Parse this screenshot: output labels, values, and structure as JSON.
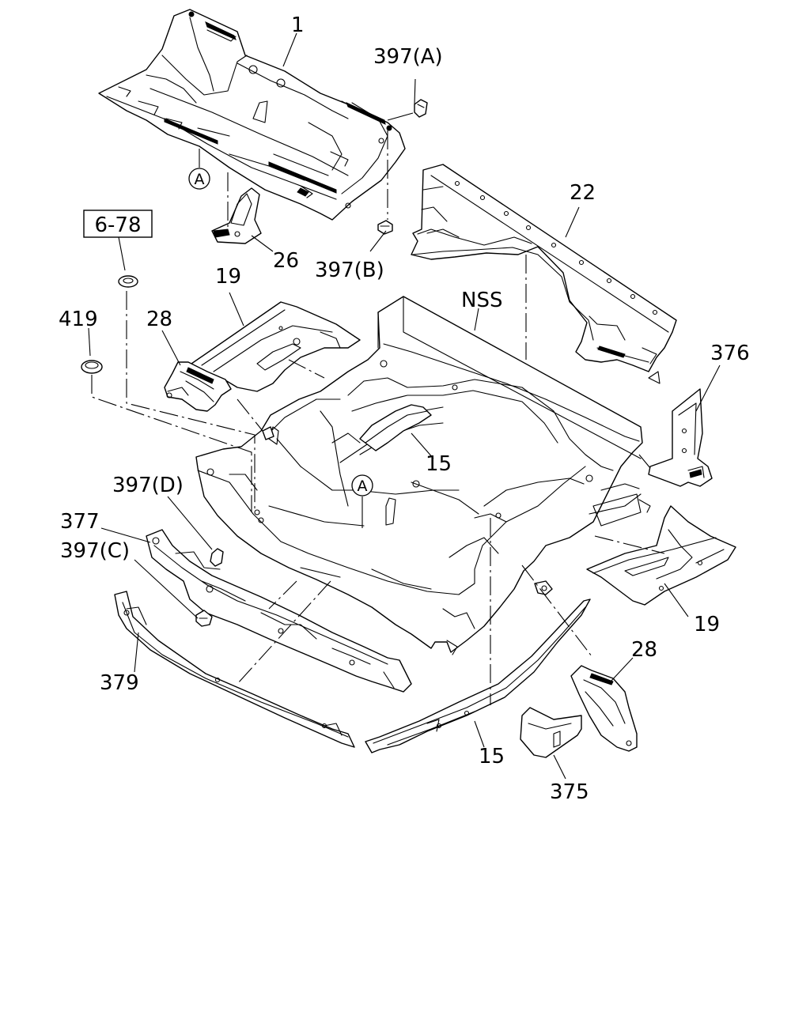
{
  "callouts": [
    {
      "id": "c1",
      "label": "1"
    },
    {
      "id": "c397a",
      "label": "397(A)"
    },
    {
      "id": "c22",
      "label": "22"
    },
    {
      "id": "c26",
      "label": "26"
    },
    {
      "id": "c397b",
      "label": "397(B)"
    },
    {
      "id": "c678",
      "label": "6-78",
      "boxed": true
    },
    {
      "id": "c19a",
      "label": "19"
    },
    {
      "id": "cnss",
      "label": "NSS"
    },
    {
      "id": "c419",
      "label": "419"
    },
    {
      "id": "c28a",
      "label": "28"
    },
    {
      "id": "c376",
      "label": "376"
    },
    {
      "id": "c15a",
      "label": "15"
    },
    {
      "id": "c397d",
      "label": "397(D)"
    },
    {
      "id": "c377",
      "label": "377"
    },
    {
      "id": "c397c",
      "label": "397(C)"
    },
    {
      "id": "c19b",
      "label": "19"
    },
    {
      "id": "c28b",
      "label": "28"
    },
    {
      "id": "c379",
      "label": "379"
    },
    {
      "id": "c15b",
      "label": "15"
    },
    {
      "id": "c375",
      "label": "375"
    }
  ],
  "reference_markers": [
    {
      "id": "ra-top",
      "label": "A"
    },
    {
      "id": "ra-floor",
      "label": "A"
    }
  ]
}
